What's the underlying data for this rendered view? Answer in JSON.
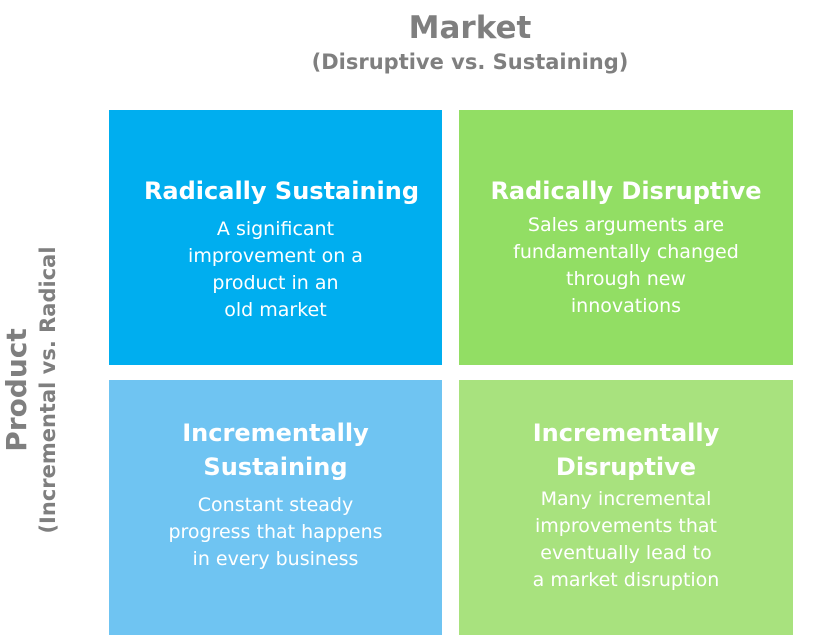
{
  "x_axis": {
    "title": "Market",
    "subtitle": "(Disruptive vs. Sustaining)"
  },
  "y_axis": {
    "title": "Product",
    "subtitle": "(Incremental vs. Radical"
  },
  "quadrants": {
    "top_left": {
      "title": "Radically Sustaining",
      "lines": [
        "A significant",
        "improvement on a",
        "product in an",
        "old market"
      ],
      "color": "#00AEEF"
    },
    "top_right": {
      "title": "Radically Disruptive",
      "lines": [
        "Sales arguments are",
        "fundamentally changed",
        "through new",
        "innovations"
      ],
      "color": "#92DE64"
    },
    "bottom_left": {
      "title_lines": [
        "Incrementally",
        "Sustaining"
      ],
      "lines": [
        "Constant steady",
        "progress that happens",
        "in every business"
      ],
      "color": "#6FC4F2"
    },
    "bottom_right": {
      "title_lines": [
        "Incrementally",
        "Disruptive"
      ],
      "lines": [
        "Many incremental",
        "improvements that",
        "eventually lead to",
        "a market disruption"
      ],
      "color": "#A8E27E"
    }
  },
  "label_color": "#7F7F7F"
}
